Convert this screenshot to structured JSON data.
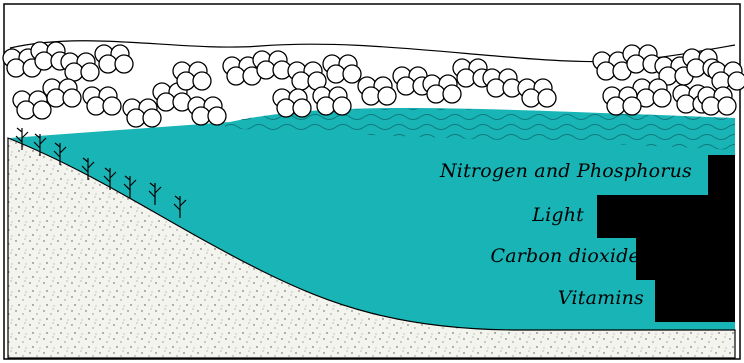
{
  "colors": {
    "water": "#18b4b6",
    "water_dark": "#0f8f92",
    "sediment": "#f4f4ef",
    "sky": "#ffffff",
    "outline": "#000000",
    "bar": "#000000"
  },
  "labels": [
    {
      "key": "nitrogen_phosphorus",
      "text": "Nitrogen and Phosphorus"
    },
    {
      "key": "light",
      "text": "Light"
    },
    {
      "key": "carbon_dioxide",
      "text": "Carbon dioxide"
    },
    {
      "key": "vitamins",
      "text": "Vitamins"
    }
  ],
  "icons": [
    "tree-canopy-icon",
    "shoreline-plant-icon"
  ]
}
